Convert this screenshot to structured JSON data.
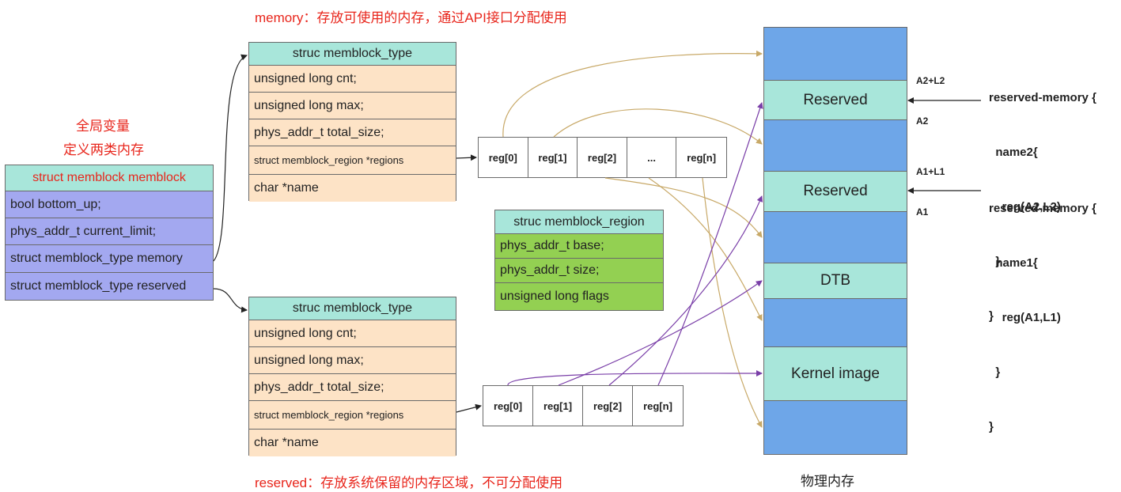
{
  "captions": {
    "memory": "memory：存放可使用的内存，通过API接口分配使用",
    "reserved": "reserved：存放系统保留的内存区域，不可分配使用",
    "global_line1": "全局变量",
    "global_line2": "定义两类内存",
    "physical": "物理内存"
  },
  "memblock": {
    "title": "struct memblock memblock",
    "fields": [
      "bool bottom_up;",
      "phys_addr_t current_limit;",
      "struct memblock_type memory",
      "struct memblock_type reserved"
    ]
  },
  "type_memory": {
    "title": "struc memblock_type",
    "fields": [
      "unsigned long cnt;",
      "unsigned long max;",
      "phys_addr_t total_size;",
      "struct memblock_region *regions",
      "char *name"
    ]
  },
  "type_reserved": {
    "title": "struc memblock_type",
    "fields": [
      "unsigned long cnt;",
      "unsigned long max;",
      "phys_addr_t total_size;",
      "struct memblock_region *regions",
      "char *name"
    ]
  },
  "region": {
    "title": "struc memblock_region",
    "fields": [
      "phys_addr_t base;",
      "phys_addr_t size;",
      "unsigned long flags"
    ]
  },
  "regs_memory": [
    "reg[0]",
    "reg[1]",
    "reg[2]",
    "...",
    "reg[n]"
  ],
  "regs_reserved": [
    "reg[0]",
    "reg[1]",
    "reg[2]",
    "reg[n]"
  ],
  "physmem": {
    "segments": [
      "",
      "Reserved",
      "",
      "Reserved",
      "",
      "DTB",
      "",
      "Kernel image",
      ""
    ]
  },
  "addresses": {
    "a2l2": "A2+L2",
    "a2": "A2",
    "a1l1": "A1+L1",
    "a1": "A1"
  },
  "dts": {
    "block2": [
      "reserved-memory {",
      "  name2{",
      "    reg(A2,L2)",
      "  }",
      "}"
    ],
    "block1": [
      "reserved-memory {",
      "  name1{",
      "    reg(A1,L1)",
      "  }",
      "}"
    ]
  },
  "colors": {
    "tan_arrow": "#c8a968",
    "purple_arrow": "#7a3fa8",
    "black_arrow": "#222222"
  }
}
